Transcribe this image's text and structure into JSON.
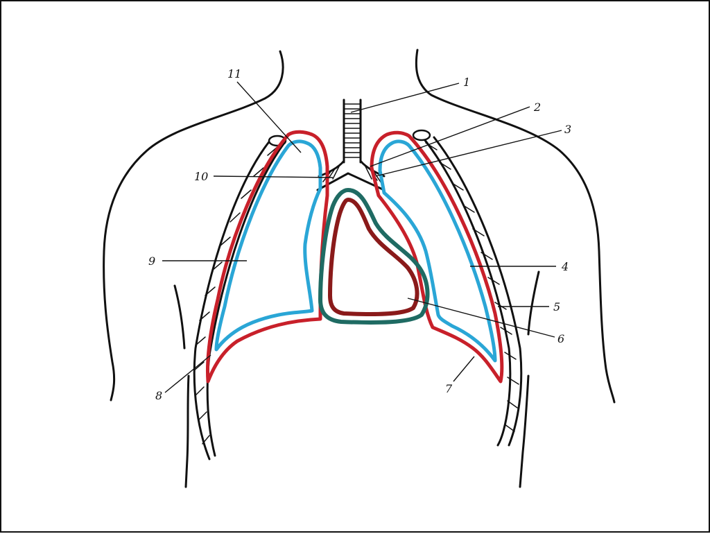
{
  "diagram": {
    "colors": {
      "background": "#ffffff",
      "outline": "#111111",
      "parietal_pleura": "#c8202a",
      "visceral_pleura": "#2aa6d6",
      "pericardium_outer": "#1f6b63",
      "pericardium_inner": "#8a1a1a"
    },
    "labels": [
      {
        "id": "1",
        "text": "1"
      },
      {
        "id": "2",
        "text": "2"
      },
      {
        "id": "3",
        "text": "3"
      },
      {
        "id": "4",
        "text": "4"
      },
      {
        "id": "5",
        "text": "5"
      },
      {
        "id": "6",
        "text": "6"
      },
      {
        "id": "7",
        "text": "7"
      },
      {
        "id": "8",
        "text": "8"
      },
      {
        "id": "9",
        "text": "9"
      },
      {
        "id": "10",
        "text": "10"
      },
      {
        "id": "11",
        "text": "11"
      }
    ]
  }
}
